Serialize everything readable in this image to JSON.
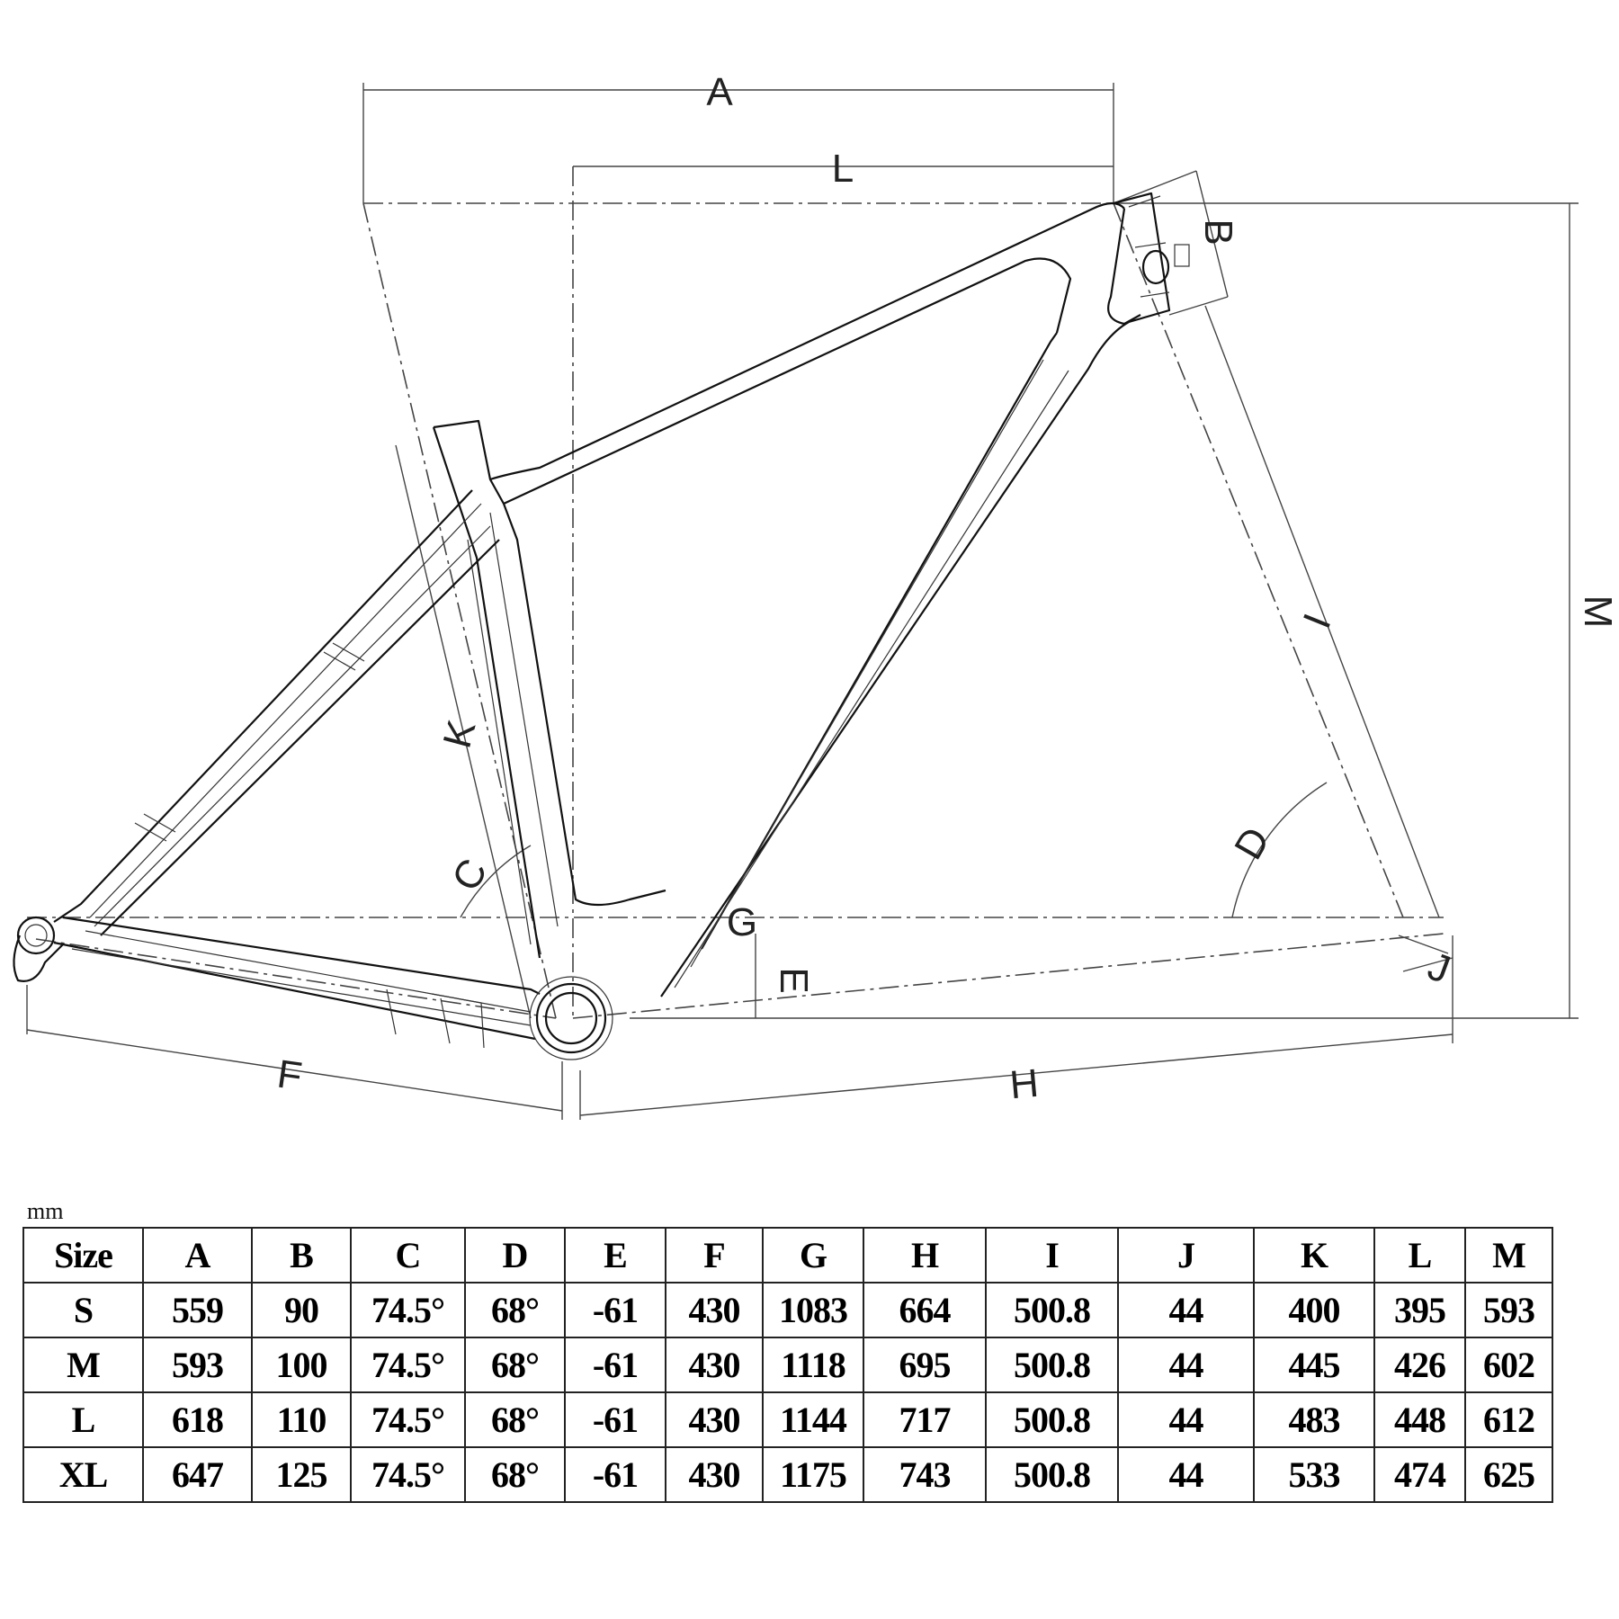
{
  "diagram": {
    "dimension_labels": {
      "A": "A",
      "B": "B",
      "C": "C",
      "D": "D",
      "E": "E",
      "F": "F",
      "G": "G",
      "H": "H",
      "I": "I",
      "J": "J",
      "K": "K",
      "L": "L",
      "M": "M"
    }
  },
  "table": {
    "unit": "mm",
    "headers": [
      "Size",
      "A",
      "B",
      "C",
      "D",
      "E",
      "F",
      "G",
      "H",
      "I",
      "J",
      "K",
      "L",
      "M"
    ],
    "rows": [
      [
        "S",
        "559",
        "90",
        "74.5°",
        "68°",
        "-61",
        "430",
        "1083",
        "664",
        "500.8",
        "44",
        "400",
        "395",
        "593"
      ],
      [
        "M",
        "593",
        "100",
        "74.5°",
        "68°",
        "-61",
        "430",
        "1118",
        "695",
        "500.8",
        "44",
        "445",
        "426",
        "602"
      ],
      [
        "L",
        "618",
        "110",
        "74.5°",
        "68°",
        "-61",
        "430",
        "1144",
        "717",
        "500.8",
        "44",
        "483",
        "448",
        "612"
      ],
      [
        "XL",
        "647",
        "125",
        "74.5°",
        "68°",
        "-61",
        "430",
        "1175",
        "743",
        "500.8",
        "44",
        "533",
        "474",
        "625"
      ]
    ]
  }
}
